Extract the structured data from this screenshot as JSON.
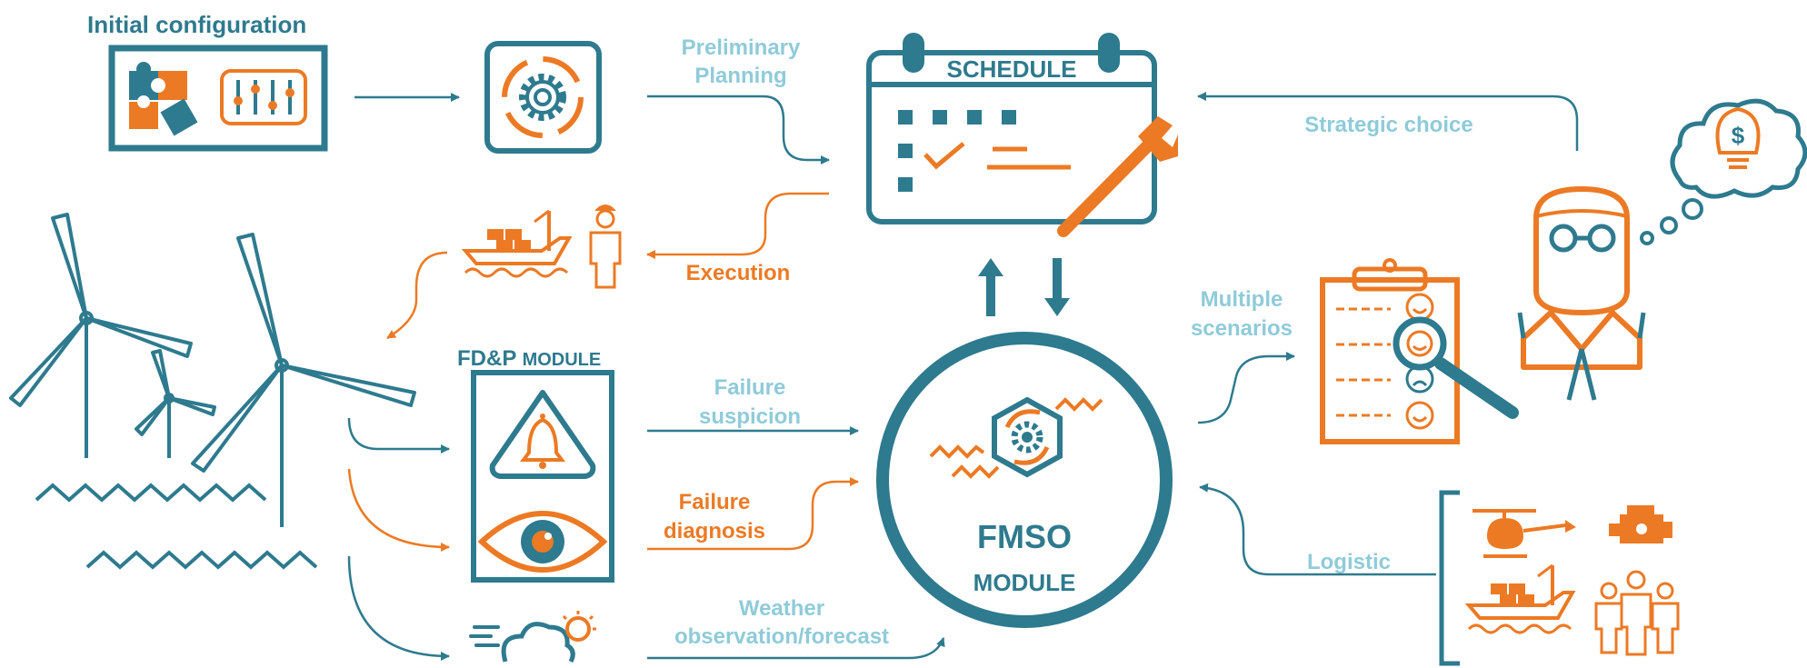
{
  "colors": {
    "teal": "#2e7a8e",
    "light_teal": "#8fcbd9",
    "orange": "#ec7a24",
    "white": "#ffffff"
  },
  "labels": {
    "initial_configuration": "Initial configuration",
    "preliminary_planning_1": "Preliminary",
    "preliminary_planning_2": "Planning",
    "schedule": "SCHEDULE",
    "strategic_choice": "Strategic choice",
    "execution": "Execution",
    "fdp_prefix": "FD&P",
    "fdp_suffix": "MODULE",
    "failure_suspicion_1": "Failure",
    "failure_suspicion_2": "suspicion",
    "failure_diagnosis_1": "Failure",
    "failure_diagnosis_2": "diagnosis",
    "weather_1": "Weather",
    "weather_2": "observation/forecast",
    "fmso": "FMSO",
    "fmso_module": "MODULE",
    "multiple_scenarios_1": "Multiple",
    "multiple_scenarios_2": "scenarios",
    "logistic": "Logistic"
  },
  "icons": [
    "puzzle-icon",
    "sliders-icon",
    "gear-icon",
    "calendar-icon",
    "wrench-icon",
    "cargo-ship-icon",
    "worker-icon",
    "wind-turbine-icon",
    "waves-icon",
    "bell-icon",
    "eye-icon",
    "weather-icon",
    "fmso-gear-icon",
    "clipboard-icon",
    "magnifier-icon",
    "manager-icon",
    "lightbulb-dollar-icon",
    "helicopter-icon",
    "engine-icon",
    "crew-icon"
  ]
}
